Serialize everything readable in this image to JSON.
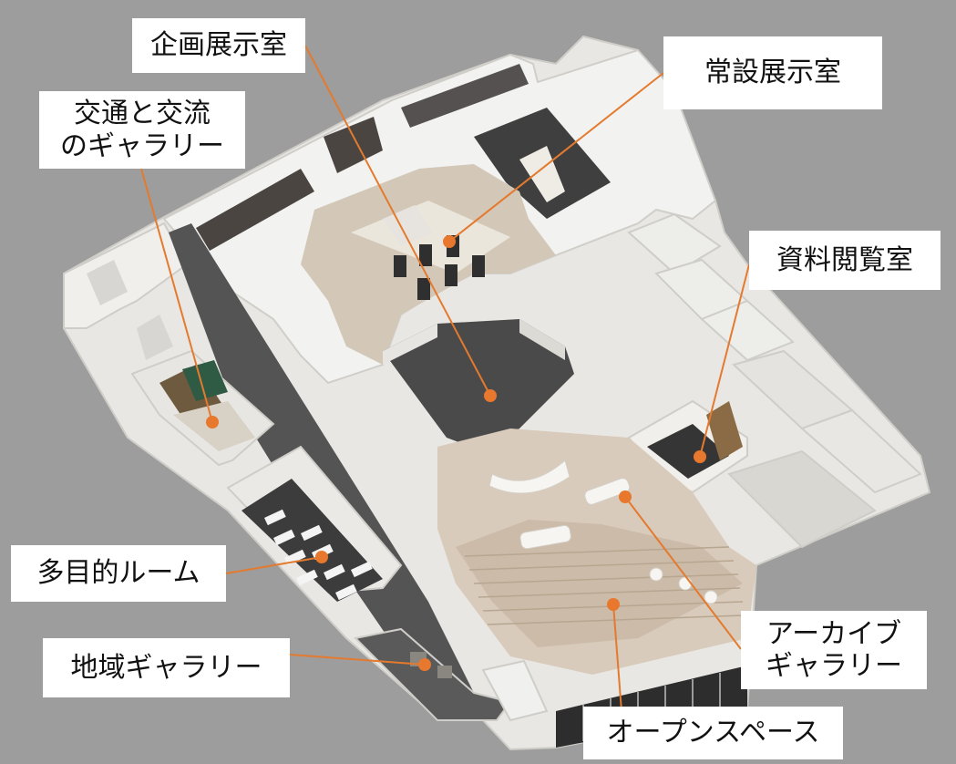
{
  "labels": {
    "kikaku": "企画展示室",
    "jousetsu": "常設展示室",
    "koutsu_line1": "交通と交流",
    "koutsu_line2": "のギャラリー",
    "shiryou": "資料閲覧室",
    "tamokuteki": "多目的ルーム",
    "chiiki": "地域ギャラリー",
    "archive_line1": "アーカイブ",
    "archive_line2": "ギャラリー",
    "open_space": "オープンスペース"
  },
  "colors": {
    "background": "#9d9d9d",
    "wall": "#f2f2f0",
    "wall_shade": "#d9d9d6",
    "floor_light": "#cfc3b2",
    "floor_dark": "#4a4a4a",
    "corridor": "#545454",
    "leader": "#e47a2e",
    "marker": "#e8782d"
  }
}
